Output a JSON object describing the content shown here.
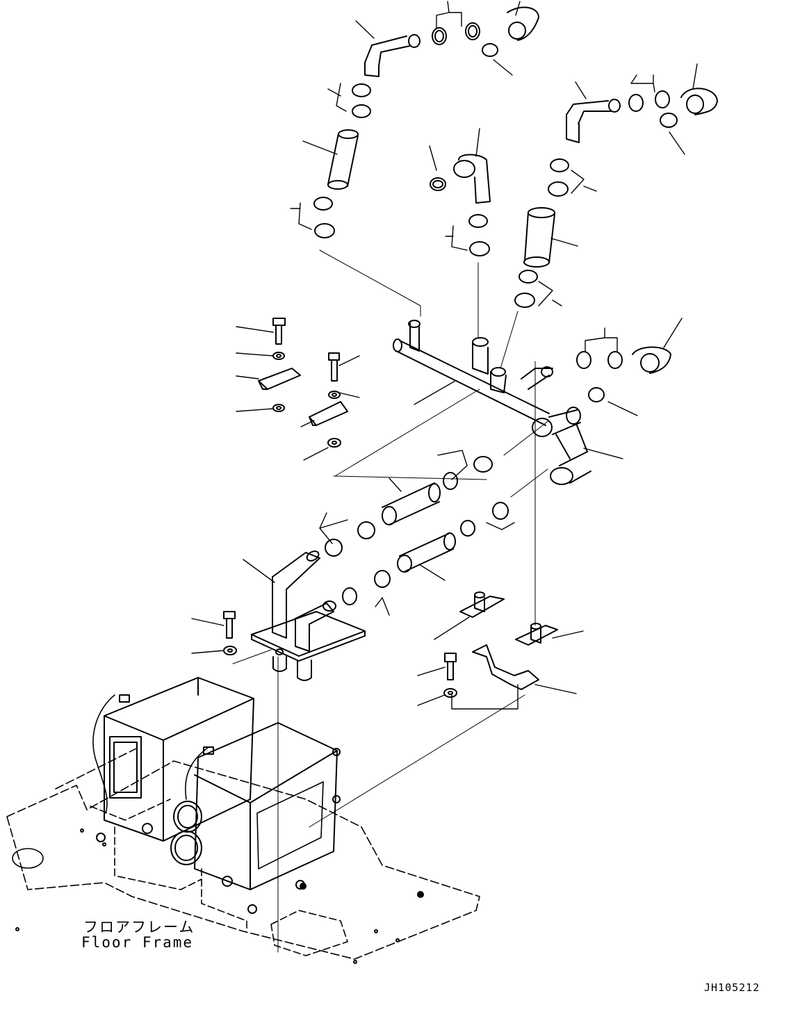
{
  "labels": {
    "floor_frame_jp": "フロアフレーム",
    "floor_frame_en": "Floor Frame",
    "drawing_id": "JH105212"
  },
  "style": {
    "line_color": "#000000",
    "background": "#ffffff"
  },
  "components": [
    "floor-frame",
    "heater-unit-left",
    "heater-unit-right",
    "valve-plate",
    "header-pipe",
    "hose",
    "hose-clamp",
    "elbow-hose",
    "bolt",
    "washer",
    "bracket",
    "pipe-support"
  ]
}
